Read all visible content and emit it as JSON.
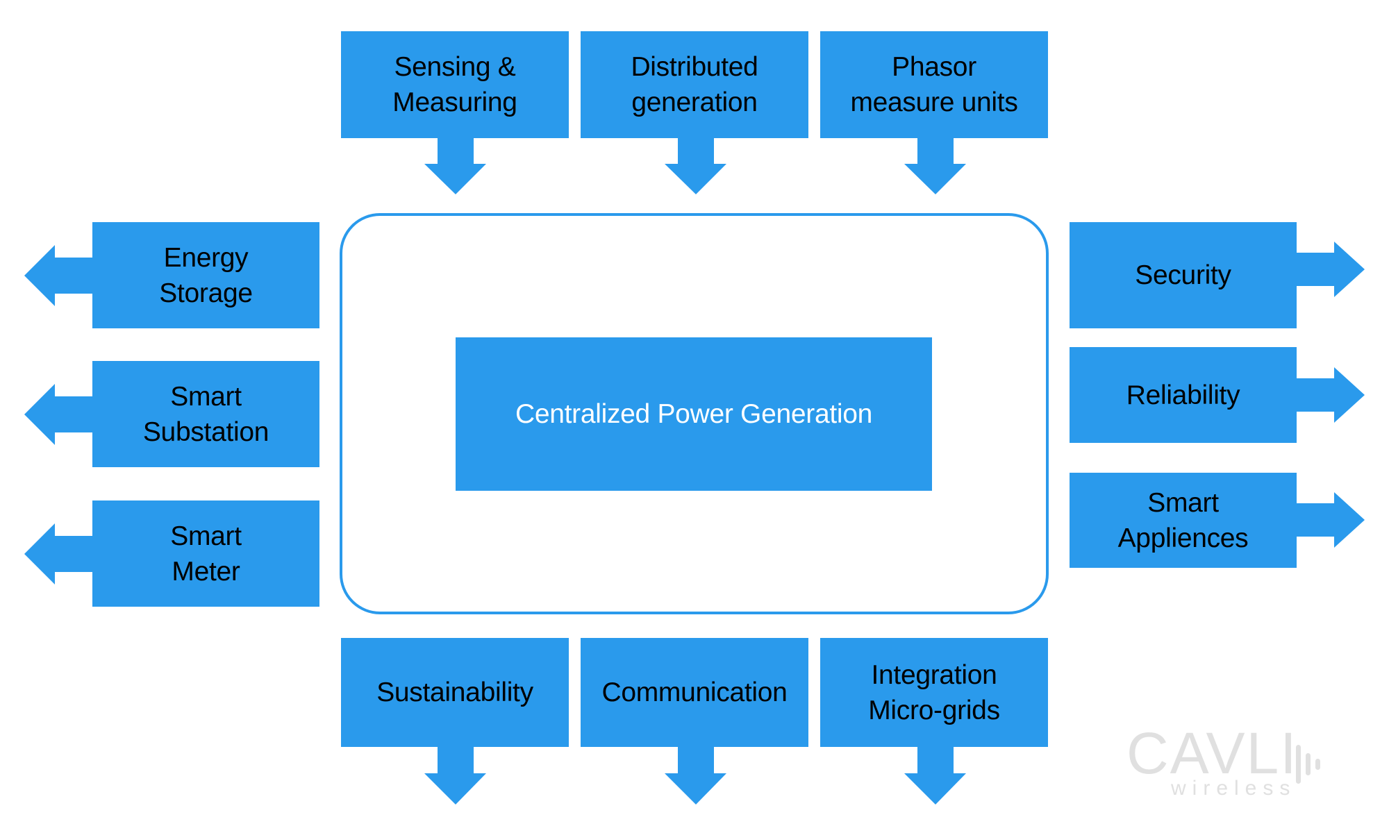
{
  "diagram": {
    "center_label": "Centralized Power Generation",
    "inputs_top": [
      {
        "label": "Sensing &\nMeasuring"
      },
      {
        "label": "Distributed\ngeneration"
      },
      {
        "label": "Phasor\nmeasure units"
      }
    ],
    "outputs_left": [
      {
        "label": "Energy\nStorage"
      },
      {
        "label": "Smart\nSubstation"
      },
      {
        "label": "Smart\nMeter"
      }
    ],
    "outputs_right": [
      {
        "label": "Security"
      },
      {
        "label": "Reliability"
      },
      {
        "label": "Smart\nAppliences"
      }
    ],
    "outputs_bottom": [
      {
        "label": "Sustainability"
      },
      {
        "label": "Communication"
      },
      {
        "label": "Integration\nMicro-grids"
      }
    ]
  },
  "logo": {
    "brand": "CAVLI",
    "subtitle": "wireless"
  },
  "colors": {
    "box_blue": "#2a9aec",
    "box_text": "#000000",
    "center_text": "#ffffff",
    "logo_gray": "#e0e0e0"
  }
}
